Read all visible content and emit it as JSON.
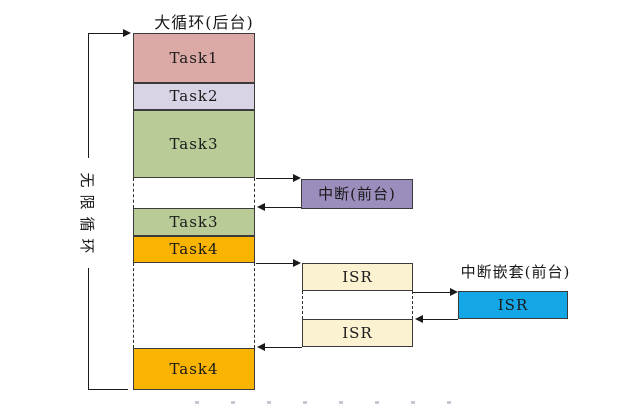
{
  "diagram": {
    "title": "大循环(后台)",
    "infinite_loop_label": "无限循环",
    "background_column": {
      "tasks": [
        {
          "label": "Task1",
          "color": "#dcaaa6"
        },
        {
          "label": "Task2",
          "color": "#d8d3e5"
        },
        {
          "label": "Task3",
          "color": "#b9cc97"
        },
        {
          "label": "Task3",
          "color": "#b9cc97"
        },
        {
          "label": "Task4",
          "color": "#f8b400"
        },
        {
          "label": "Task4",
          "color": "#f8b400"
        }
      ]
    },
    "foreground": {
      "interrupt_label": "中断(前台)",
      "interrupt_color": "#9c8ebc",
      "isr_boxes": [
        {
          "label": "ISR",
          "color": "#fbf2d2"
        },
        {
          "label": "ISR",
          "color": "#fbf2d2"
        }
      ],
      "nested_title": "中断嵌套(前台)",
      "nested_isr": {
        "label": "ISR",
        "color": "#14a7e8"
      }
    },
    "line_color": "#1a1a1a",
    "border_color": "#3b3b3b"
  }
}
